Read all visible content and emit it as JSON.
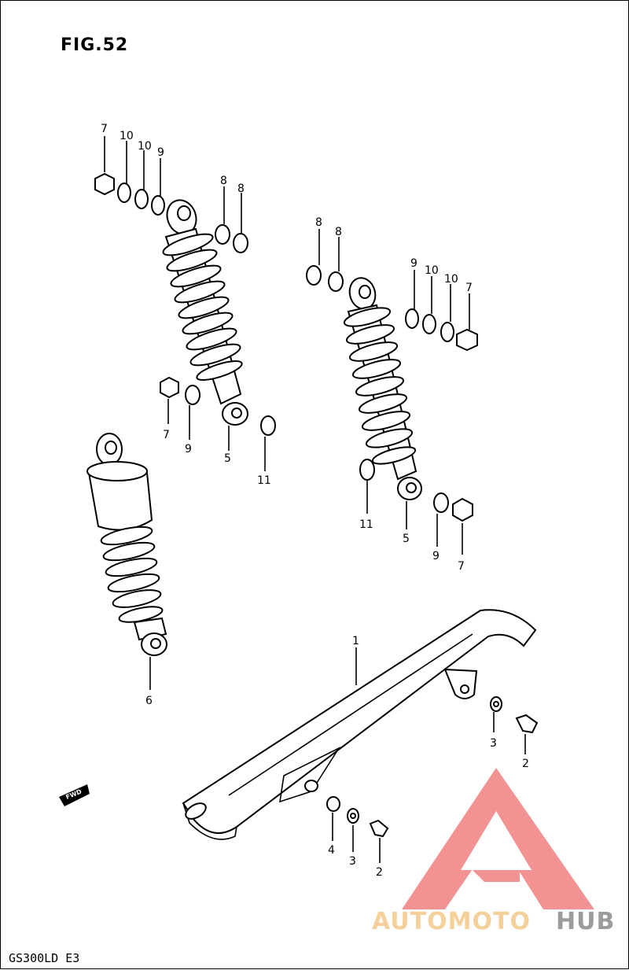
{
  "figure": {
    "title": "FIG.52",
    "model_code": "GS300LD E3",
    "fwd_label": "FWD"
  },
  "callouts": {
    "top_left_7": "7",
    "top_left_10a": "10",
    "top_left_10b": "10",
    "top_left_9": "9",
    "top_left_8a": "8",
    "top_left_8b": "8",
    "left_lower_7": "7",
    "left_lower_9": "9",
    "left_lower_5": "5",
    "left_lower_11": "11",
    "right_8a": "8",
    "right_8b": "8",
    "right_9": "9",
    "right_10a": "10",
    "right_10b": "10",
    "right_7": "7",
    "right_11": "11",
    "right_5": "5",
    "right_lower_9": "9",
    "right_lower_7": "7",
    "shock_6": "6",
    "guard_1": "1",
    "right_3": "3",
    "right_2": "2",
    "bottom_4": "4",
    "bottom_3": "3",
    "bottom_2": "2"
  },
  "watermark": {
    "part1": "AUTOMOTO",
    "part2": "HUB",
    "color_primary": "#f08080",
    "color_secondary": "#f5d28c",
    "color_tertiary": "#8a8a8a"
  }
}
